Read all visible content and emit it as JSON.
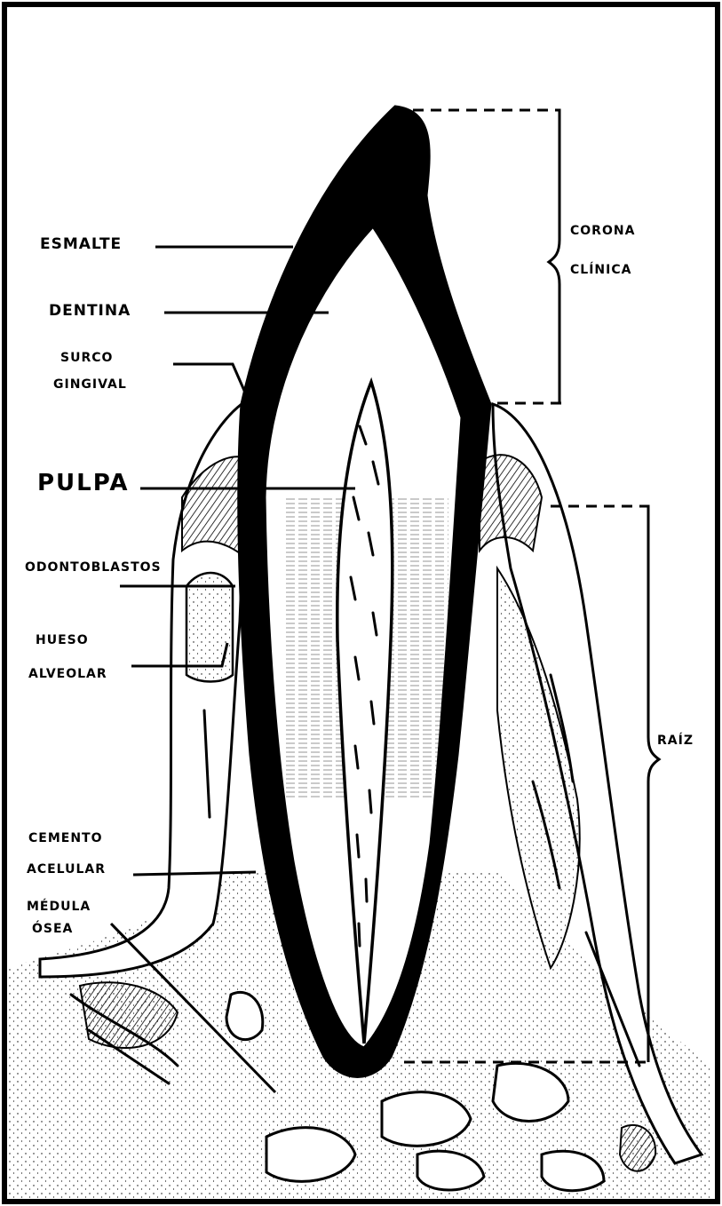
{
  "figure": {
    "type": "anatomical-illustration",
    "subject": "tooth",
    "colors": {
      "ink": "#000000",
      "paper": "#ffffff"
    }
  },
  "labels": {
    "esmalte": "ESMALTE",
    "dentina": "DENTINA",
    "surco_1": "SURCO",
    "surco_2": "GINGIVAL",
    "pulpa": "PULPA",
    "odontoblastos": "ODONTOBLASTOS",
    "hueso_1": "HUESO",
    "hueso_2": "ALVEOLAR",
    "cemento_1": "CEMENTO",
    "cemento_2": "ACELULAR",
    "medula_1": "MÉDULA",
    "medula_2": "ÓSEA",
    "corona_1": "CORONA",
    "corona_2": "CLÍNICA",
    "raiz": "RAÍZ"
  }
}
